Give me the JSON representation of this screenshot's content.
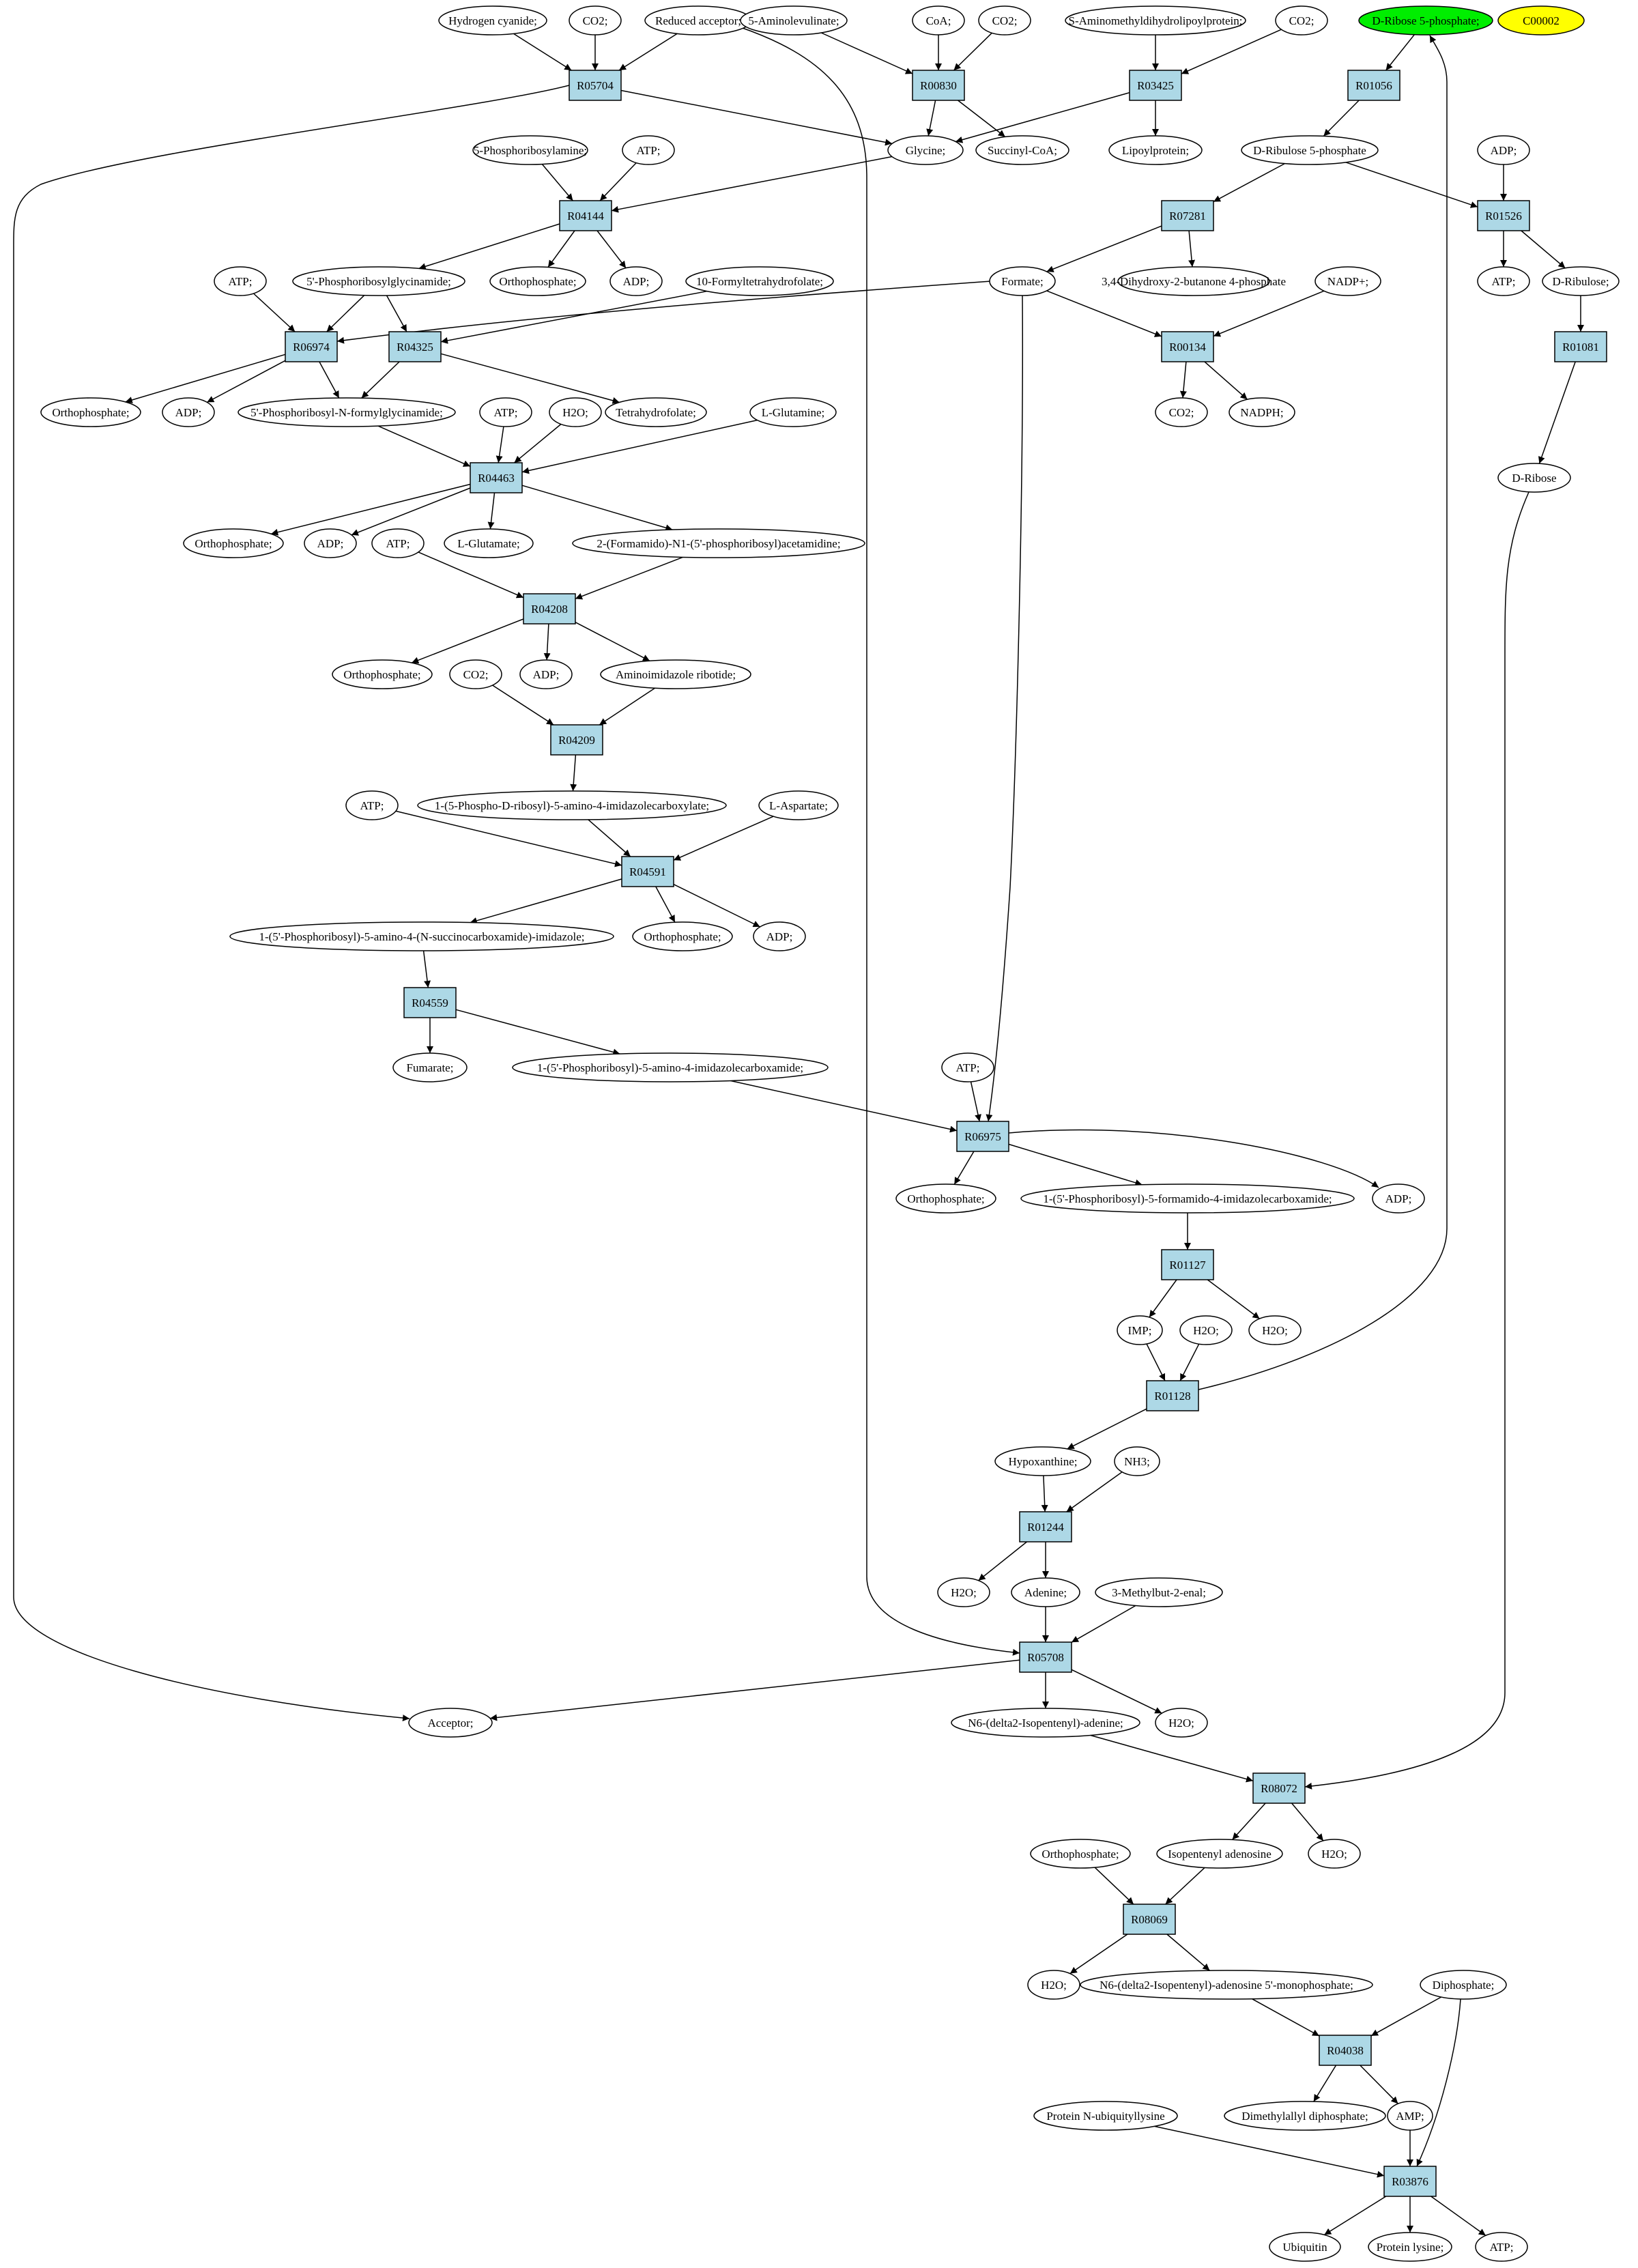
{
  "colors": {
    "reaction_fill": "#add8e6",
    "compound_fill": "#ffffff",
    "highlight_green": "#00ee00",
    "highlight_yellow": "#ffff00",
    "edge": "#000000"
  },
  "reactions": {
    "R05704": "R05704",
    "R00830": "R00830",
    "R03425": "R03425",
    "R01056": "R01056",
    "R04144": "R04144",
    "R07281": "R07281",
    "R01526": "R01526",
    "R06974": "R06974",
    "R04325": "R04325",
    "R00134": "R00134",
    "R01081": "R01081",
    "R04463": "R04463",
    "R04208": "R04208",
    "R04209": "R04209",
    "R04591": "R04591",
    "R04559": "R04559",
    "R06975": "R06975",
    "R01127": "R01127",
    "R01128": "R01128",
    "R01244": "R01244",
    "R05708": "R05708",
    "R08072": "R08072",
    "R08069": "R08069",
    "R04038": "R04038",
    "R03876": "R03876"
  },
  "compounds": {
    "hcn": "Hydrogen cyanide;",
    "co2_a": "CO2;",
    "red_acc": "Reduced acceptor;",
    "ala": "5-Aminolevulinate;",
    "coa": "CoA;",
    "co2_b": "CO2;",
    "samlp": "S-Aminomethyldihydrolipoylprotein;",
    "co2_c": "CO2;",
    "dr5p": "D-Ribose 5-phosphate;",
    "c00002": "C00002",
    "glycine": "Glycine;",
    "succoa": "Succinyl-CoA;",
    "lipoyl": "Lipoylprotein;",
    "ru5p": "D-Ribulose 5-phosphate",
    "prpa": "5-Phosphoribosylamine;",
    "atp_a": "ATP;",
    "adp_a": "ADP;",
    "gar": "5'-Phosphoribosylglycinamide;",
    "orth_a": "Orthophosphate;",
    "adp_b": "ADP;",
    "fthf": "10-Formyltetrahydrofolate;",
    "formate": "Formate;",
    "dhbp": "3,4-Dihydroxy-2-butanone 4-phosphate",
    "nadp": "NADP+;",
    "atp_b": "ATP;",
    "dribulose": "D-Ribulose;",
    "atp_c": "ATP;",
    "orth_b": "Orthophosphate;",
    "adp_c": "ADP;",
    "fgar": "5'-Phosphoribosyl-N-formylglycinamide;",
    "atp_d": "ATP;",
    "h2o_a": "H2O;",
    "thf": "Tetrahydrofolate;",
    "gln": "L-Glutamine;",
    "co2_d": "CO2;",
    "nadph": "NADPH;",
    "dribose": "D-Ribose",
    "orth_c": "Orthophosphate;",
    "adp_d": "ADP;",
    "atp_e": "ATP;",
    "glu": "L-Glutamate;",
    "fgam": "2-(Formamido)-N1-(5'-phosphoribosyl)acetamidine;",
    "orth_d": "Orthophosphate;",
    "co2_e": "CO2;",
    "adp_e": "ADP;",
    "air": "Aminoimidazole ribotide;",
    "atp_f": "ATP;",
    "cair": "1-(5-Phospho-D-ribosyl)-5-amino-4-imidazolecarboxylate;",
    "asp": "L-Aspartate;",
    "saicar": "1-(5'-Phosphoribosyl)-5-amino-4-(N-succinocarboxamide)-imidazole;",
    "orth_e": "Orthophosphate;",
    "adp_f": "ADP;",
    "fum": "Fumarate;",
    "aicar": "1-(5'-Phosphoribosyl)-5-amino-4-imidazolecarboxamide;",
    "atp_g": "ATP;",
    "orth_f": "Orthophosphate;",
    "faicar": "1-(5'-Phosphoribosyl)-5-formamido-4-imidazolecarboxamide;",
    "adp_g": "ADP;",
    "imp": "IMP;",
    "h2o_b": "H2O;",
    "h2o_c": "H2O;",
    "hypox": "Hypoxanthine;",
    "nh3": "NH3;",
    "h2o_d": "H2O;",
    "adenine": "Adenine;",
    "mbe": "3-Methylbut-2-enal;",
    "acceptor": "Acceptor;",
    "n6ade": "N6-(delta2-Isopentenyl)-adenine;",
    "h2o_e": "H2O;",
    "orth_g": "Orthophosphate;",
    "ipa": "Isopentenyl adenosine",
    "h2o_f": "H2O;",
    "h2o_g": "H2O;",
    "n6amp": "N6-(delta2-Isopentenyl)-adenosine 5'-monophosphate;",
    "ppi": "Diphosphate;",
    "pnub": "Protein N-ubiquityllysine",
    "dmapp": "Dimethylallyl diphosphate;",
    "amp": "AMP;",
    "ubiquitin": "Ubiquitin",
    "plys": "Protein lysine;",
    "atp_h": "ATP;"
  }
}
